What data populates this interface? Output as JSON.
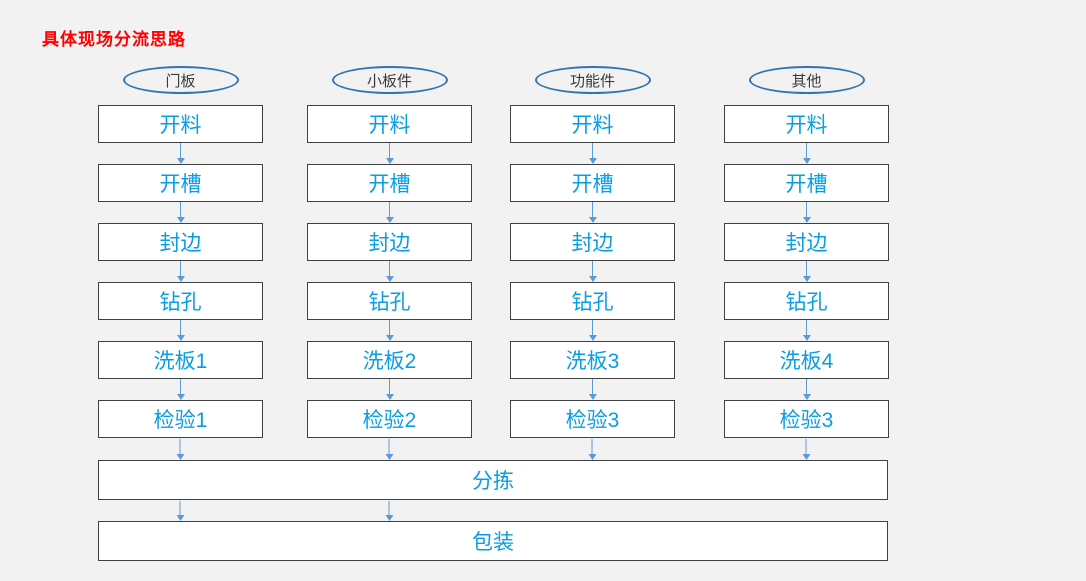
{
  "title": "具体现场分流思路",
  "columns": [
    {
      "header": "门板",
      "steps": [
        "开料",
        "开槽",
        "封边",
        "钻孔",
        "洗板1",
        "检验1"
      ]
    },
    {
      "header": "小板件",
      "steps": [
        "开料",
        "开槽",
        "封边",
        "钻孔",
        "洗板2",
        "检验2"
      ]
    },
    {
      "header": "功能件",
      "steps": [
        "开料",
        "开槽",
        "封边",
        "钻孔",
        "洗板3",
        "检验3"
      ]
    },
    {
      "header": "其他",
      "steps": [
        "开料",
        "开槽",
        "封边",
        "钻孔",
        "洗板4",
        "检验3"
      ]
    }
  ],
  "shared_steps": {
    "sorting": "分拣",
    "packing": "包装"
  },
  "colors": {
    "title": "#ff0000",
    "step_text": "#089de4",
    "box_border": "#404040",
    "ellipse_border": "#2e75b6",
    "arrow": "#5b9bd5",
    "background": "#f2f2f2"
  }
}
